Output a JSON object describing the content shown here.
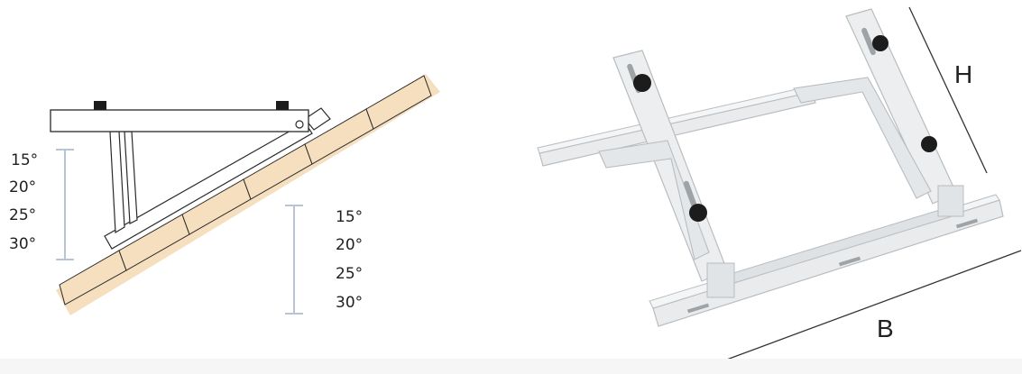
{
  "left_angles": [
    "15°",
    "20°",
    "25°",
    "30°"
  ],
  "right_angles": [
    "15°",
    "20°",
    "25°",
    "30°"
  ],
  "dimension_height_label": "H",
  "dimension_base_label": "B",
  "colors": {
    "roof_tile": "#f5dfbe",
    "roof_edge": "#2a2a2a",
    "scale_bar": "#b8c4d6",
    "bracket_metal": "#e9ebec",
    "bracket_shadow": "#b9bdc0",
    "knob": "#1c1c1c"
  }
}
